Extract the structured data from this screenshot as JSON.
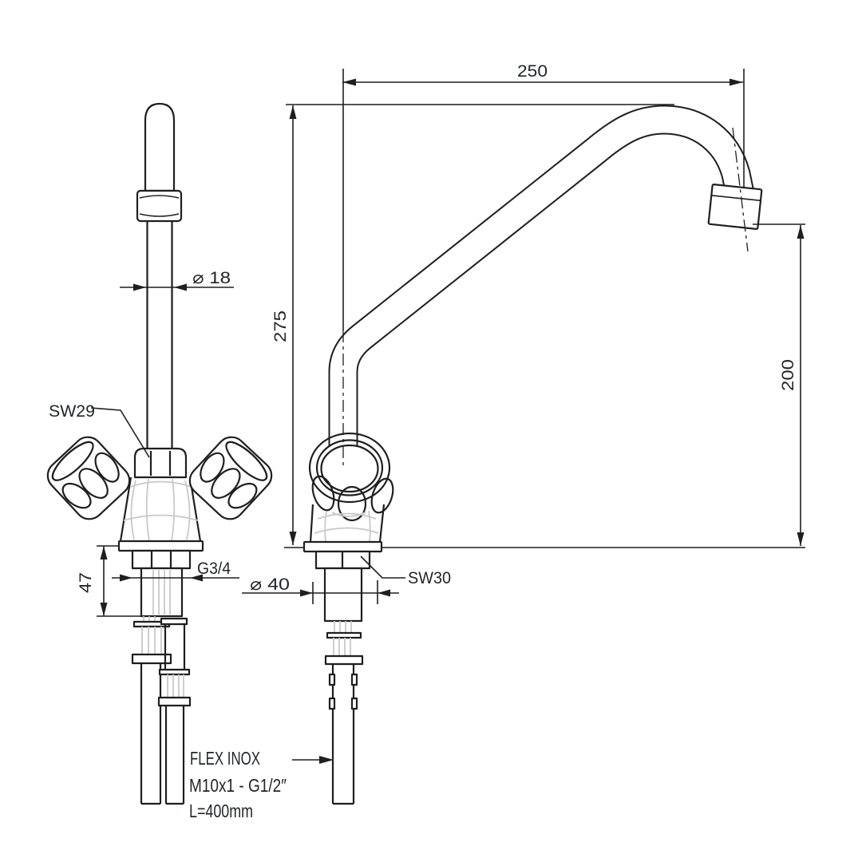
{
  "drawing_type": "technical-drawing-mixer-tap",
  "colors": {
    "line": "#1f1f1f",
    "detail": "#c9c9c9",
    "text": "#20262b",
    "background": "#ffffff"
  },
  "front_view": {
    "label_spout_nut": "SW29",
    "label_shank_thread": "G3/4",
    "dim_pipe_diameter": "⌀ 18",
    "dim_shank_height": "47"
  },
  "side_view": {
    "dim_spout_reach": "250",
    "dim_total_height": "275",
    "dim_outlet_height": "200",
    "dim_body_diameter": "⌀ 40",
    "label_base_nut": "SW30",
    "hose_note": {
      "line1": "FLEX INOX",
      "line2": "M10x1 - G1/2″",
      "line3": "L=400mm"
    }
  }
}
